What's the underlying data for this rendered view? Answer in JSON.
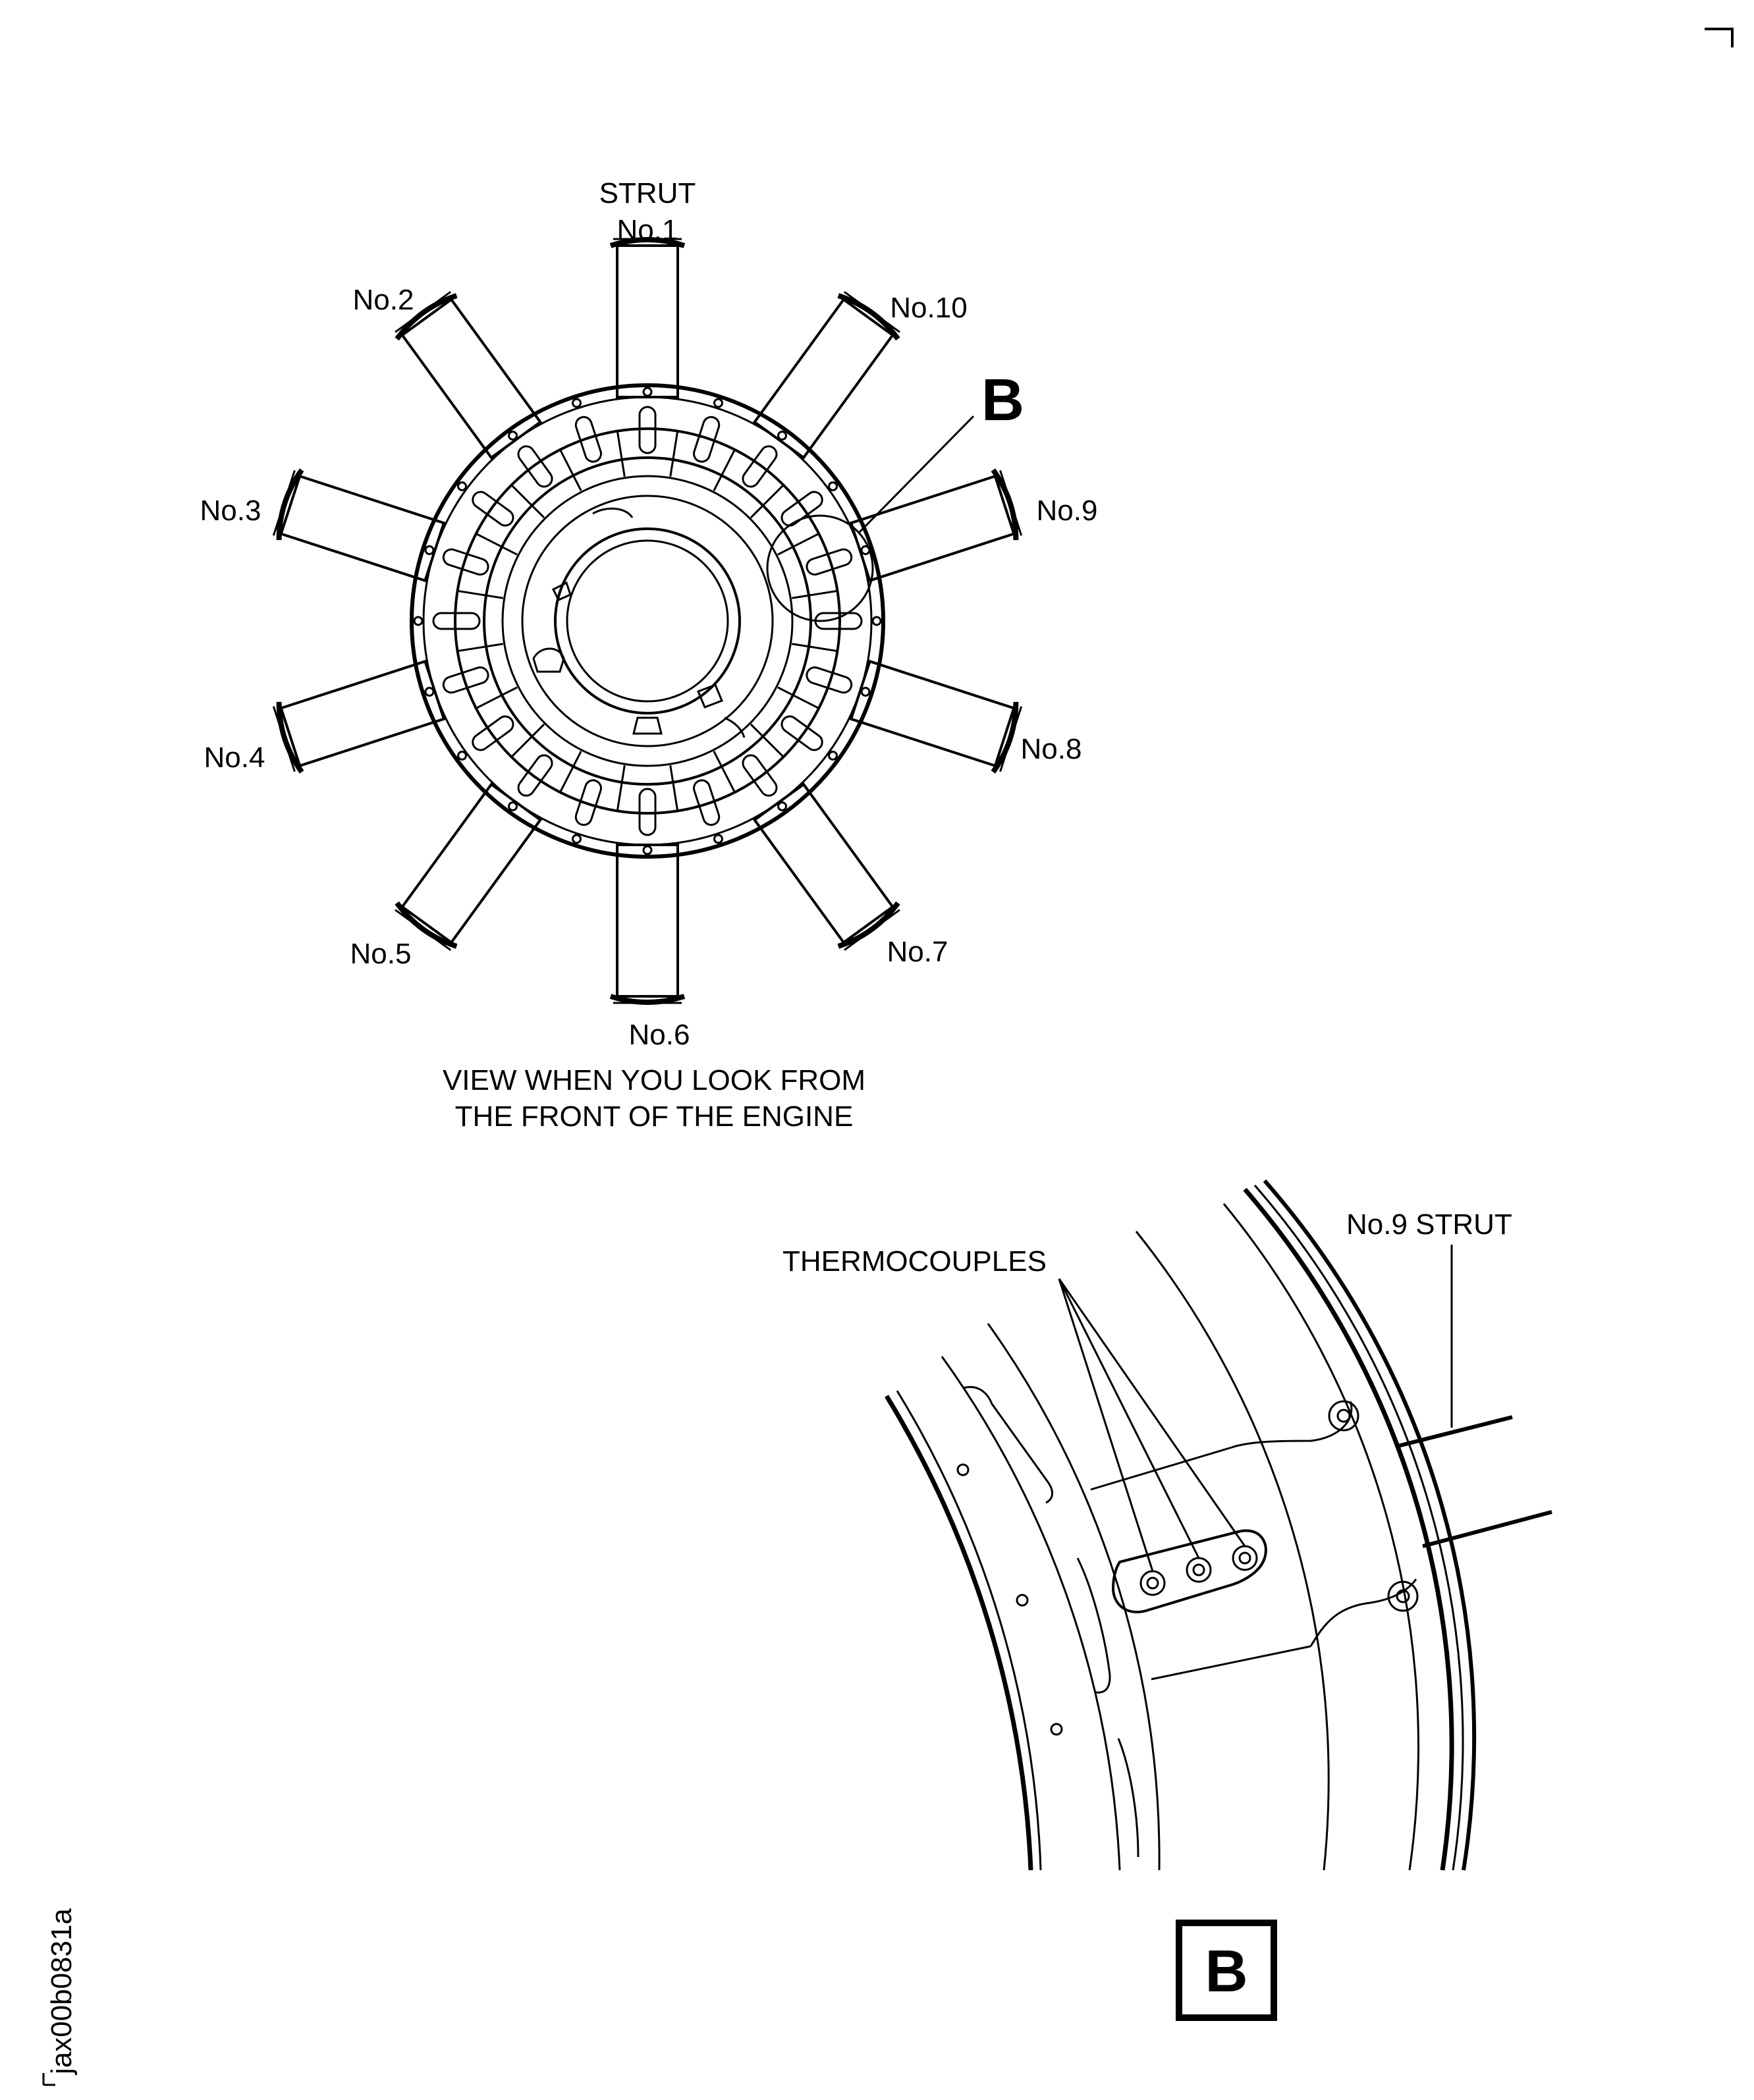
{
  "diagram": {
    "strut_heading": "STRUT",
    "struts": [
      {
        "id": "strut-1",
        "label": "No.1"
      },
      {
        "id": "strut-2",
        "label": "No.2"
      },
      {
        "id": "strut-3",
        "label": "No.3"
      },
      {
        "id": "strut-4",
        "label": "No.4"
      },
      {
        "id": "strut-5",
        "label": "No.5"
      },
      {
        "id": "strut-6",
        "label": "No.6"
      },
      {
        "id": "strut-7",
        "label": "No.7"
      },
      {
        "id": "strut-8",
        "label": "No.8"
      },
      {
        "id": "strut-9",
        "label": "No.9"
      },
      {
        "id": "strut-10",
        "label": "No.10"
      }
    ],
    "detail_callout": "B",
    "view_caption_line1": "VIEW WHEN YOU LOOK FROM",
    "view_caption_line2": "THE FRONT OF THE ENGINE"
  },
  "detail": {
    "thermocouples_label": "THERMOCOUPLES",
    "strut_label": "No.9 STRUT",
    "title_box": "B"
  },
  "figure_id": "jax00b0831a"
}
